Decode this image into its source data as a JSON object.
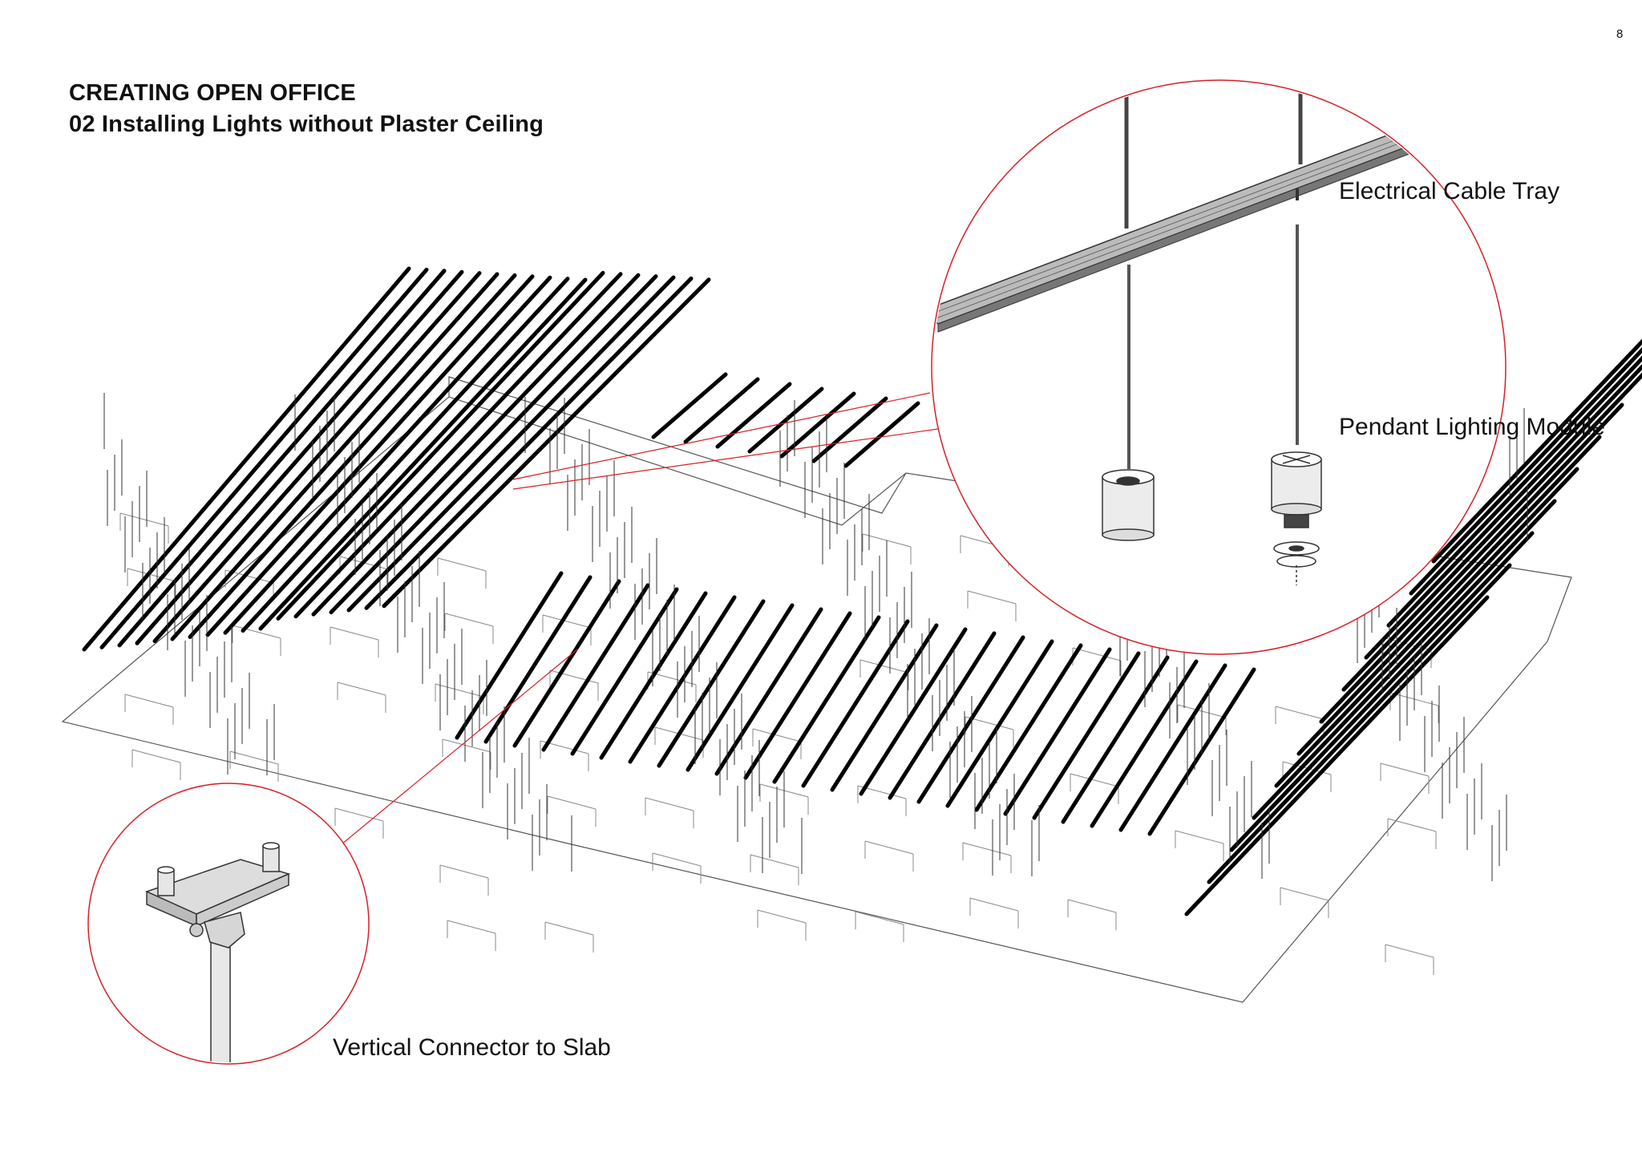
{
  "page": {
    "number": "8"
  },
  "header": {
    "title": "CREATING OPEN OFFICE",
    "subtitle": "02 Installing Lights without Plaster Ceiling"
  },
  "callouts": {
    "cable_tray": "Electrical Cable Tray",
    "pendant": "Pendant Lighting Module",
    "connector": "Vertical Connector to Slab"
  },
  "colors": {
    "callout_circle": "#d81f26",
    "linework": "#222222",
    "light_rods": "#000000"
  }
}
